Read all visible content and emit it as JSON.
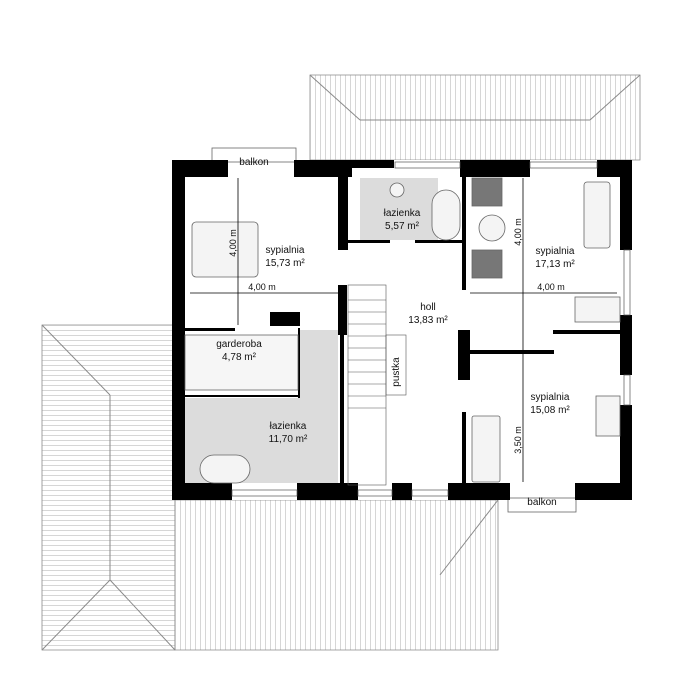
{
  "rooms": [
    {
      "name": "sypialnia",
      "area": "15,73 m²"
    },
    {
      "name": "łazienka",
      "area": "5,57 m²"
    },
    {
      "name": "sypialnia",
      "area": "17,13 m²"
    },
    {
      "name": "holl",
      "area": "13,83 m²"
    },
    {
      "name": "garderoba",
      "area": "4,78 m²"
    },
    {
      "name": "łazienka",
      "area": "11,70 m²"
    },
    {
      "name": "sypialnia",
      "area": "15,08 m²"
    }
  ],
  "labels": {
    "balkon_top": "balkon",
    "balkon_bottom": "balkon",
    "void": "pustka"
  },
  "dimensions": [
    "4,00 m",
    "4,00 m",
    "4,00 m",
    "4,00 m",
    "3,50 m"
  ],
  "colors": {
    "wall": "#000000",
    "bathroom_floor": "#dcdcdc",
    "roof_hatch": "#8a8a8a",
    "furniture": "#777777"
  }
}
